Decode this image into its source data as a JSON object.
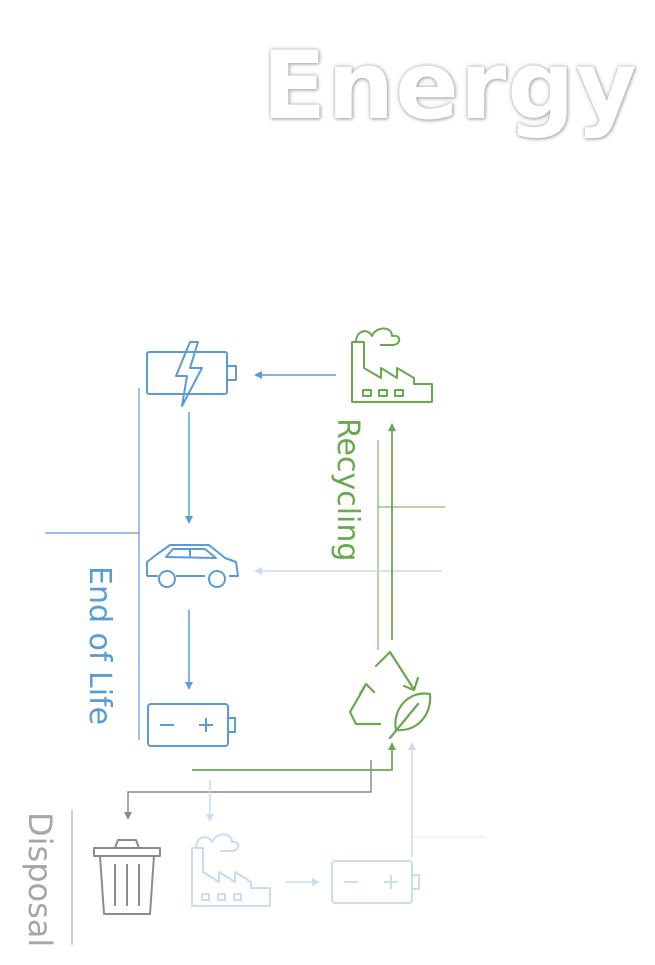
{
  "title": "Energy",
  "labels": {
    "recycling": "Recycling",
    "end_of_life": "End of Life",
    "disposal": "Disposal"
  },
  "icons": [
    "battery-charging-icon",
    "factory-icon",
    "car-icon",
    "battery-icon",
    "recycle-leaf-icon",
    "trash-can-icon",
    "factory-faded-icon",
    "battery-faded-icon"
  ],
  "colors": {
    "green": "#6aa84f",
    "blue": "#5b9bd5",
    "light_blue": "#c9dcf0",
    "gray": "#8c8c8c",
    "light_gray": "#a6a6a6"
  }
}
